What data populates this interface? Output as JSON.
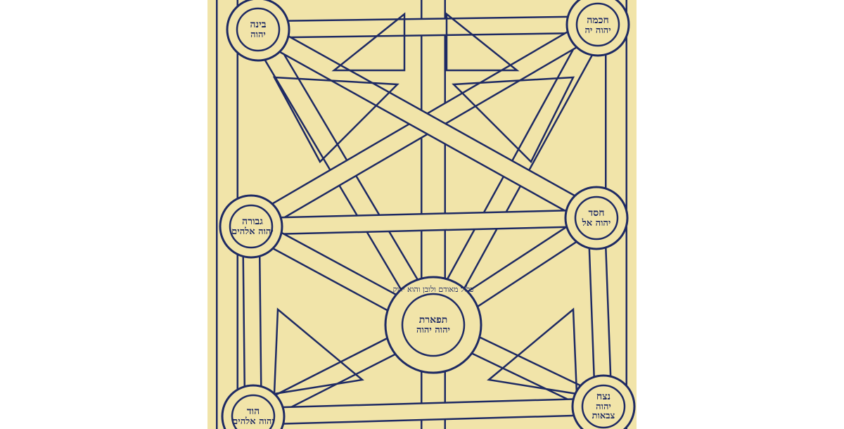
{
  "colors": {
    "parchment": "#f1e4a9",
    "ink": "#1e2a63"
  },
  "sefirot": {
    "binah": {
      "name": "בינה",
      "divine": "יהוה"
    },
    "chokhmah": {
      "name": "חכמה",
      "divine": "יהוה יה"
    },
    "gevurah": {
      "name": "גבורה",
      "divine": "יהוה אלהים"
    },
    "chesed": {
      "name": "חסד",
      "divine": "יהוה אל"
    },
    "tiferet": {
      "name": "תפארת",
      "divine": "יהוה יהוה",
      "ring": "כלול מאודם ולובן והוא ירוק"
    },
    "netzach": {
      "name": "נצח",
      "divine": "יהוה צבאות"
    },
    "hod": {
      "name": "הוד",
      "divine": "יהוה אלהים"
    }
  }
}
